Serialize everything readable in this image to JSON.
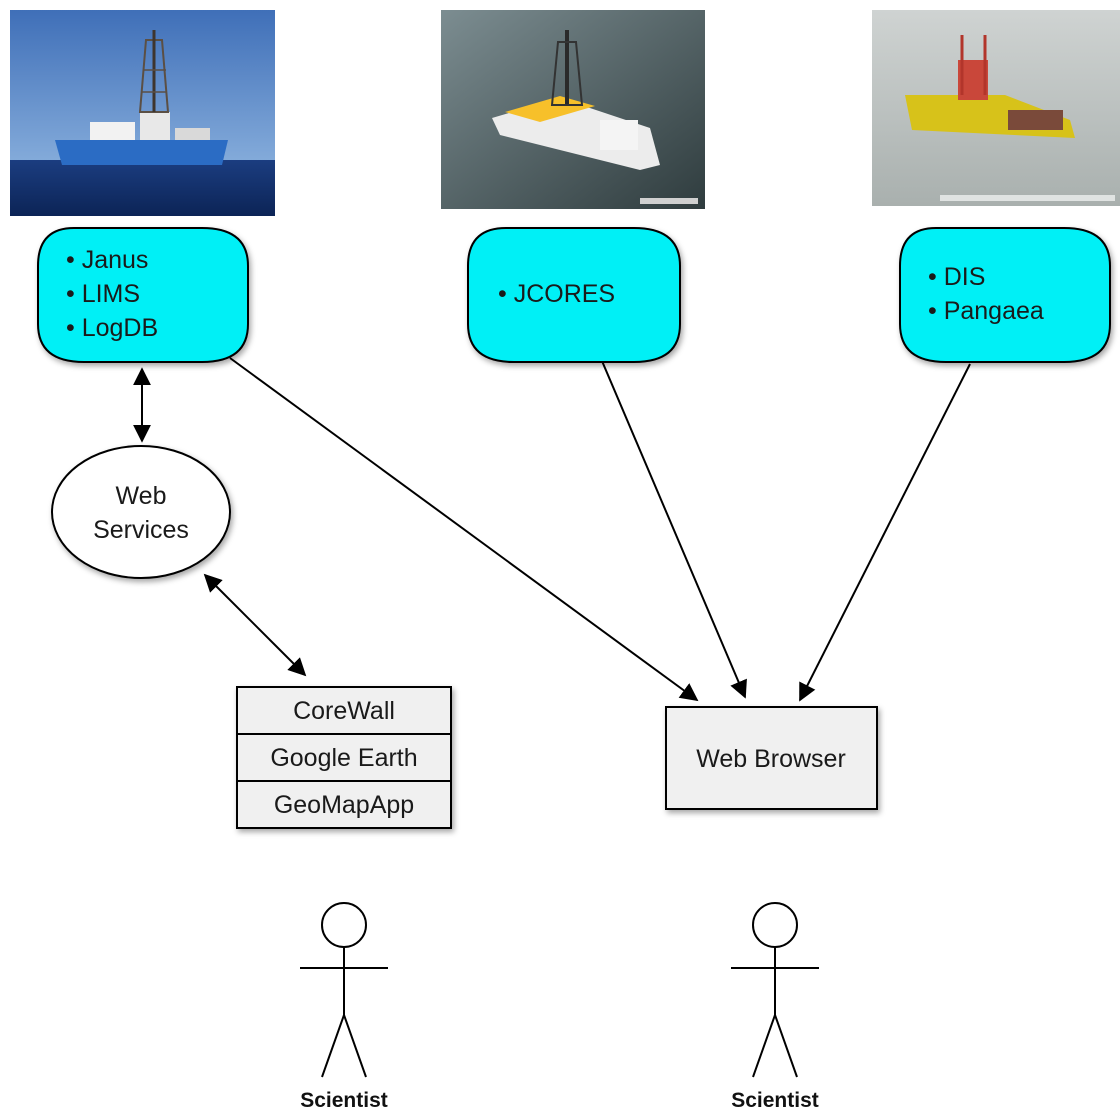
{
  "sources": [
    {
      "name": "ship-1",
      "items": [
        "• Janus",
        "• LIMS",
        "• LogDB"
      ]
    },
    {
      "name": "ship-2",
      "items": [
        "• JCORES"
      ]
    },
    {
      "name": "ship-3",
      "items": [
        "• DIS",
        "• Pangaea"
      ]
    }
  ],
  "web_services": {
    "line1": "Web",
    "line2": "Services"
  },
  "tools": [
    "CoreWall",
    "Google Earth",
    "GeoMapApp"
  ],
  "browser": {
    "label": "Web Browser"
  },
  "actors": [
    "Scientist",
    "Scientist"
  ],
  "colors": {
    "db_fill": "#00f0f6",
    "box_fill": "#f0f0f0",
    "stroke": "#000000"
  }
}
